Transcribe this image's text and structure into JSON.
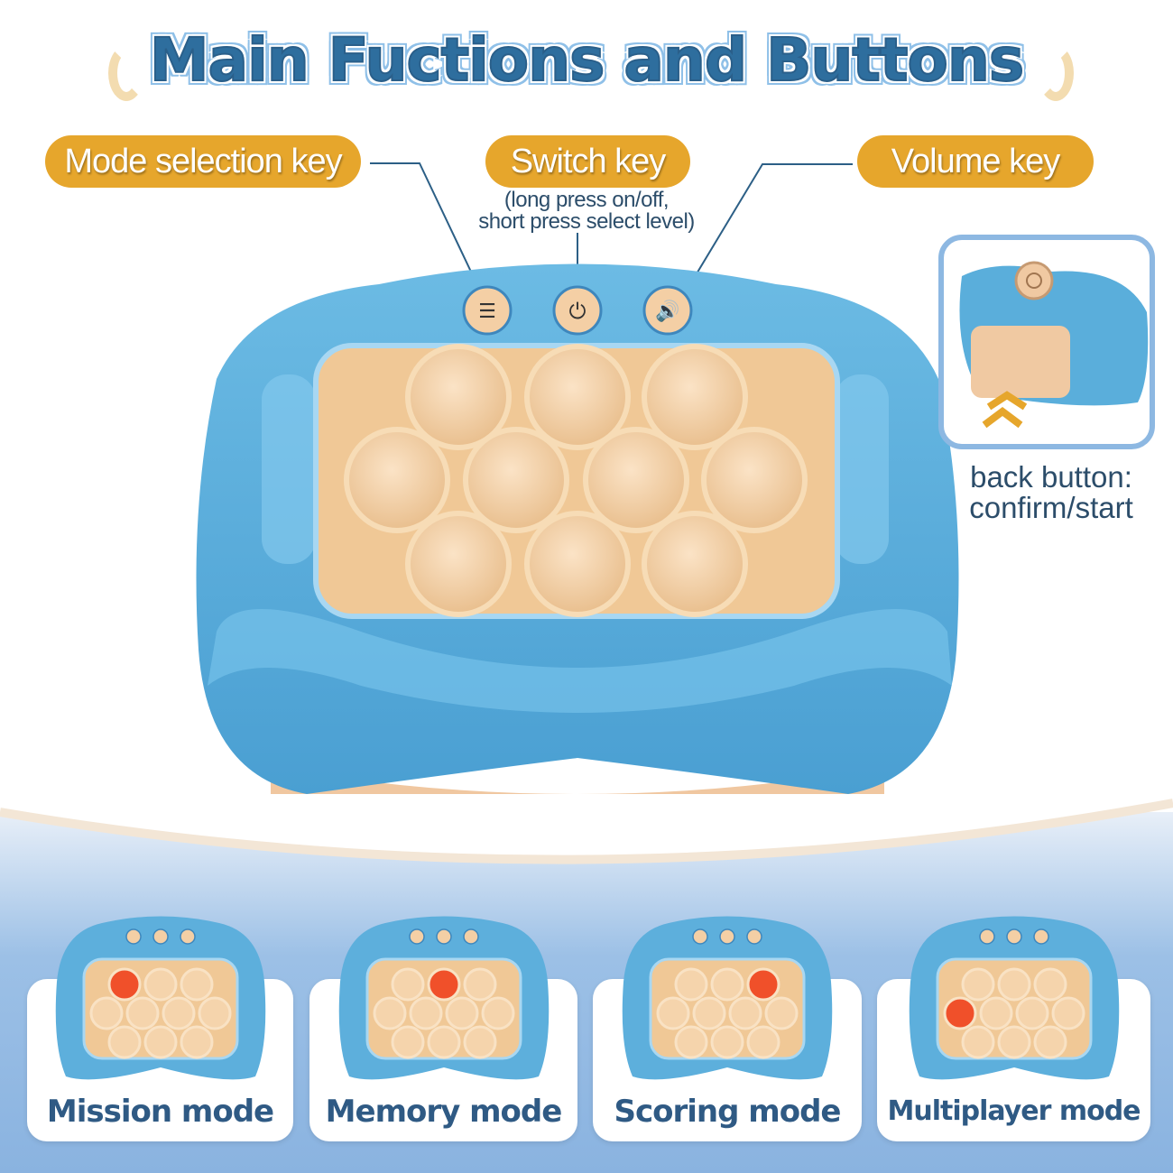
{
  "title": "Main Fuctions and Buttons",
  "callouts": {
    "mode_key": "Mode selection key",
    "switch_key": "Switch key",
    "switch_note_1": "(long press on/off,",
    "switch_note_2": "short press select level)",
    "volume_key": "Volume key"
  },
  "back_button": {
    "line1": "back button:",
    "line2": "confirm/start"
  },
  "modes": [
    {
      "label": "Mission mode",
      "lit_bubble": 0
    },
    {
      "label": "Memory mode",
      "lit_bubble": 1
    },
    {
      "label": "Scoring mode",
      "lit_bubble": 2
    },
    {
      "label": "Multiplayer mode",
      "lit_bubble": 3
    }
  ],
  "colors": {
    "accent": "#e6a62c",
    "body_blue": "#5dafdc",
    "panel": "#f3cf9f",
    "bubble": "#f6d3aa",
    "lit": "#f0502a",
    "title": "#2e6e9e"
  }
}
